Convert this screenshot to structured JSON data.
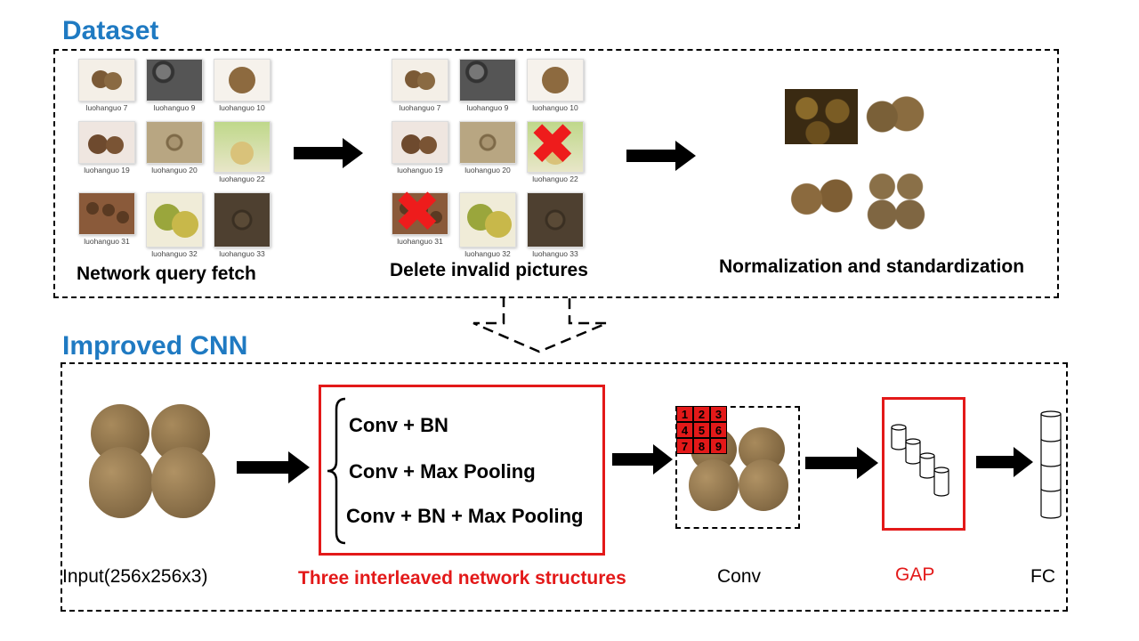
{
  "dataset": {
    "title": "Dataset",
    "stage1": {
      "caption": "Network query fetch",
      "thumbs": [
        {
          "label": "luohanguo 7"
        },
        {
          "label": "luohanguo 9"
        },
        {
          "label": "luohanguo 10"
        },
        {
          "label": "luohanguo 19"
        },
        {
          "label": "luohanguo 20"
        },
        {
          "label": "luohanguo 22"
        },
        {
          "label": "luohanguo 31"
        },
        {
          "label": "luohanguo 32"
        },
        {
          "label": "luohanguo 33"
        }
      ]
    },
    "stage2": {
      "caption": "Delete invalid pictures",
      "thumbs": [
        {
          "label": "luohanguo 7"
        },
        {
          "label": "luohanguo 9"
        },
        {
          "label": "luohanguo 10"
        },
        {
          "label": "luohanguo 19"
        },
        {
          "label": "luohanguo 20"
        },
        {
          "label": "luohanguo 22"
        },
        {
          "label": "luohanguo 31"
        },
        {
          "label": "luohanguo 32"
        },
        {
          "label": "luohanguo 33"
        }
      ],
      "deleted_mark": "✖"
    },
    "stage3": {
      "caption": "Normalization and standardization"
    }
  },
  "cnn": {
    "title": "Improved CNN",
    "input_label": "Input(256x256x3)",
    "structures": {
      "lines": [
        "Conv + BN",
        "Conv + Max Pooling",
        "Conv + BN + Max Pooling"
      ],
      "caption": "Three interleaved network structures"
    },
    "conv": {
      "label": "Conv",
      "kernel": [
        "1",
        "2",
        "3",
        "4",
        "5",
        "6",
        "7",
        "8",
        "9"
      ]
    },
    "gap_label": "GAP",
    "fc_label": "FC"
  },
  "colors": {
    "title_blue": "#1f7ac2",
    "highlight_red": "#e31919",
    "fruit_brown": "#8a7048"
  }
}
